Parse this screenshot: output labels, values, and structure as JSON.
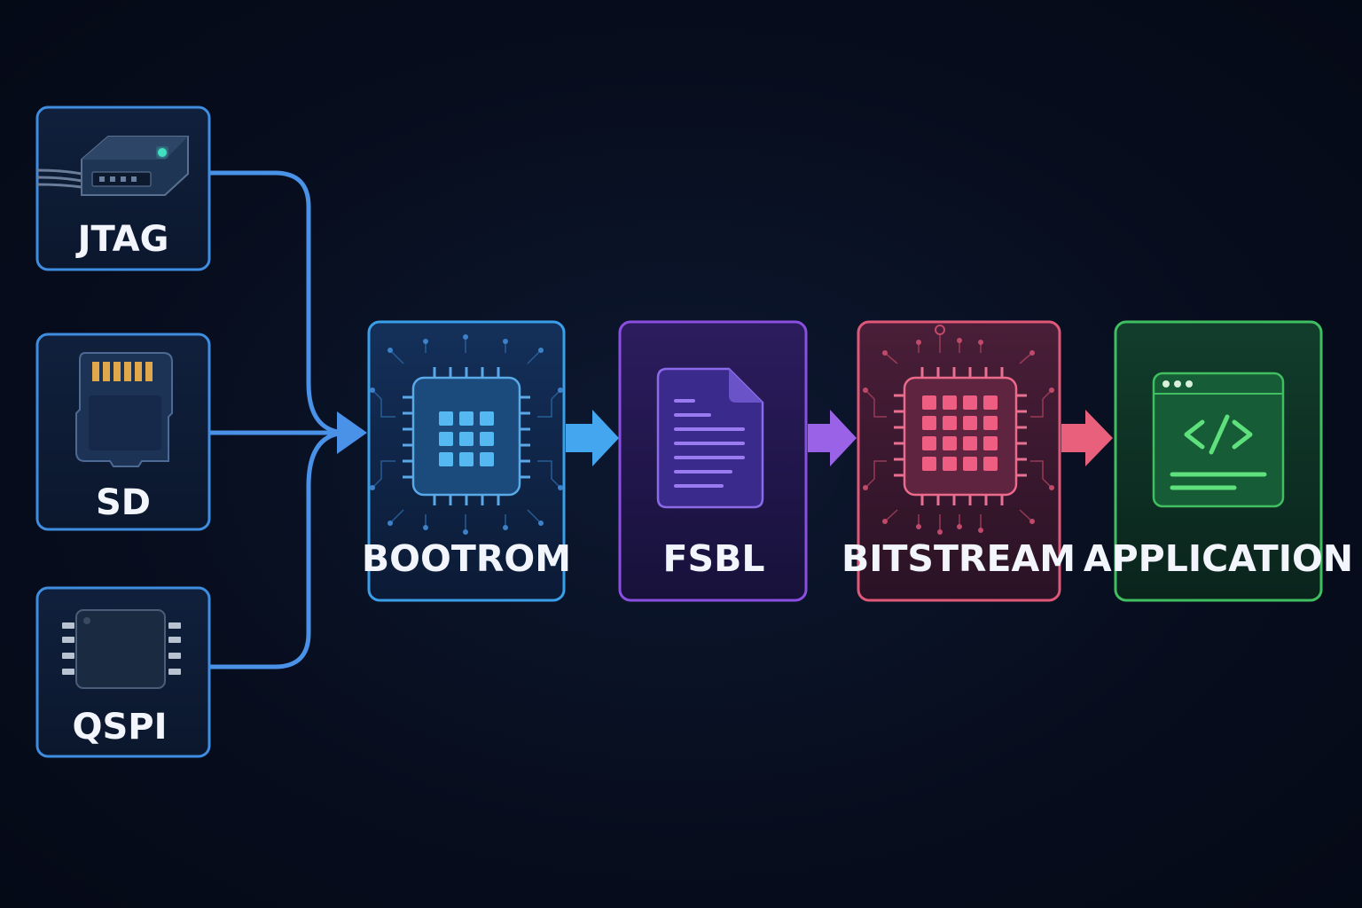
{
  "sources": [
    {
      "id": "jtag",
      "label": "JTAG",
      "icon": "usb-cable-icon",
      "color": "#3f8de0"
    },
    {
      "id": "sd",
      "label": "SD",
      "icon": "sd-card-icon",
      "color": "#3f8de0"
    },
    {
      "id": "qspi",
      "label": "QSPI",
      "icon": "flash-chip-icon",
      "color": "#3f8de0"
    }
  ],
  "stages": [
    {
      "id": "bootrom",
      "label": "BOOTROM",
      "icon": "processor-chip-icon",
      "color": "#3a9ee8"
    },
    {
      "id": "fsbl",
      "label": "FSBL",
      "icon": "document-icon",
      "color": "#8a4fe0"
    },
    {
      "id": "bitstream",
      "label": "BITSTREAM",
      "icon": "fpga-chip-icon",
      "color": "#e05878"
    },
    {
      "id": "application",
      "label": "APPLICATION",
      "icon": "code-window-icon",
      "color": "#3fbf5f"
    }
  ],
  "colors": {
    "background": "#070d1d",
    "connector": "#4a92e8",
    "bootrom_arrow": "#43a6ee",
    "fsbl_arrow": "#9a62e6",
    "bitstream_arrow": "#e8607c"
  }
}
